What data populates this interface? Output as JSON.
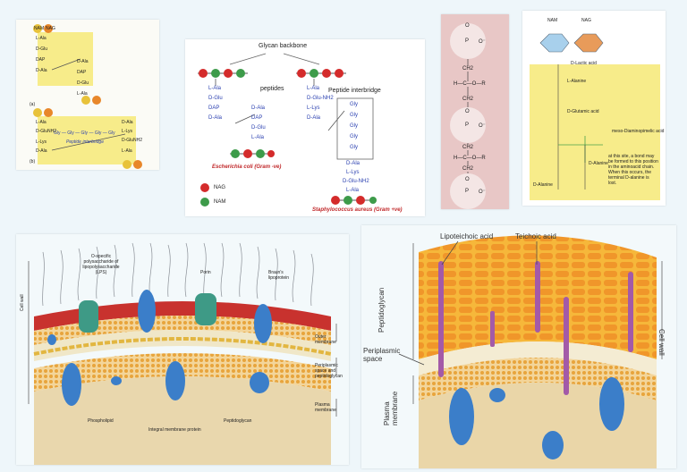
{
  "panel_a": {
    "a_label": "(a)",
    "b_label": "(b)",
    "a_rows": [
      "L-Ala",
      "D-Glu",
      "DAP",
      "D-Ala"
    ],
    "a_right": [
      "D-Ala",
      "DAP",
      "D-Glu",
      "L-Ala"
    ],
    "b_rows": [
      "L-Ala",
      "D-GluNH2",
      "L-Lys",
      "D-Ala"
    ],
    "b_right": [
      "D-Ala",
      "L-Lys",
      "D-GluNH2",
      "L-Ala"
    ],
    "bridge_chain": "Gly — Gly — Gly — Gly — Gly",
    "bridge_label": "Peptide interbridge",
    "nag": "NAG",
    "nam": "NAM"
  },
  "panel_gram": {
    "glycan_backbone": "Glycan backbone",
    "peptides": "peptides",
    "peptide_interbridge": "Peptide interbridge",
    "ecoli_chain_left": [
      "L-Ala",
      "D-Glu",
      "DAP",
      "D-Ala"
    ],
    "ecoli_chain_right": [
      "D-Ala",
      "DAP",
      "D-Glu",
      "L-Ala"
    ],
    "staph_chain_left": [
      "L-Ala",
      "D-Glu-NH2",
      "L-Lys",
      "D-Ala"
    ],
    "staph_gly": [
      "Gly",
      "Gly",
      "Gly",
      "Gly",
      "Gly"
    ],
    "staph_chain_right": [
      "D-Ala",
      "L-Lys",
      "D-Glu-NH2",
      "L-Ala"
    ],
    "ecoli_caption": "Escherichia coli (Gram -ve)",
    "staph_caption": "Staphylococcus aureus (Gram +ve)",
    "legend_nag": "NAG",
    "legend_nam": "NAM"
  },
  "panel_teichoic": {
    "units": [
      "O",
      "P",
      "O⁻",
      "CH2",
      "H—C—O—R",
      "CH2",
      "O",
      "P",
      "O⁻",
      "CH2",
      "H—C—O—R",
      "CH2",
      "O",
      "P",
      "O⁻"
    ]
  },
  "panel_structure": {
    "nam": "NAM",
    "nag": "NAG",
    "labels": [
      "D-Lactic acid",
      "L-Alanine",
      "D-Glutamic acid",
      "meso-Diaminopimelic acid",
      "D-Alanine",
      "D-Alanine"
    ],
    "note": "at this site, a bond may be formed to this position in the aminoacid chain. When this occurs, the terminal D-alanine is lost."
  },
  "panel_gramneg": {
    "labels": {
      "o_specific": "O-specific polysaccharide of lipopolysaccharide (LPS)",
      "porin": "Porin",
      "brauns": "Braun's lipoprotein",
      "cell_wall": "Cell wall",
      "outer_membrane": "Outer membrane",
      "periplasmic": "Periplasmic space and peptidoglycan",
      "plasma_membrane": "Plasma membrane",
      "phospholipid": "Phospholipid",
      "integral": "Integral membrane protein",
      "peptidoglycan": "Peptidoglycan"
    }
  },
  "panel_grampos": {
    "labels": {
      "lipoteichoic": "Lipoteichoic acid",
      "teichoic": "Teichoic acid",
      "peptidoglycan": "Peptidoglycan",
      "cell_wall": "Cell wall",
      "periplasmic": "Periplasmic space",
      "plasma_membrane": "Plasma membrane"
    }
  }
}
